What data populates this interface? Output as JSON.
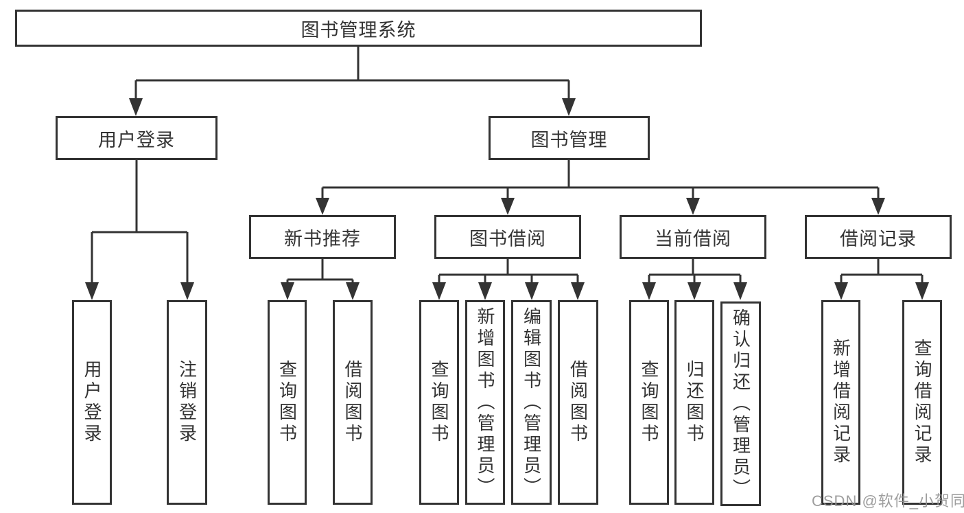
{
  "colors": {
    "line": "#333333",
    "node_border": "#333333",
    "node_background": "#ffffff",
    "text": "#333333",
    "watermark": "#949494"
  },
  "root": {
    "label": "图书管理系统"
  },
  "level2": [
    {
      "label": "用户登录"
    },
    {
      "label": "图书管理"
    }
  ],
  "level3": [
    {
      "label": "新书推荐"
    },
    {
      "label": "图书借阅"
    },
    {
      "label": "当前借阅"
    },
    {
      "label": "借阅记录"
    }
  ],
  "leaves": {
    "user": [
      {
        "label": "用户登录"
      },
      {
        "label": "注销登录"
      }
    ],
    "recommend": [
      {
        "label": "查询图书"
      },
      {
        "label": "借阅图书"
      }
    ],
    "borrow": [
      {
        "label": "查询图书"
      },
      {
        "label": "新增图书（管理员）"
      },
      {
        "label": "编辑图书（管理员）"
      },
      {
        "label": "借阅图书"
      }
    ],
    "current": [
      {
        "label": "查询图书"
      },
      {
        "label": "归还图书"
      },
      {
        "label": "确认归还（管理员）"
      }
    ],
    "records": [
      {
        "label": "新增借阅记录"
      },
      {
        "label": "查询借阅记录"
      }
    ]
  },
  "watermark": {
    "text": "CSDN @软件_小贺同学"
  }
}
